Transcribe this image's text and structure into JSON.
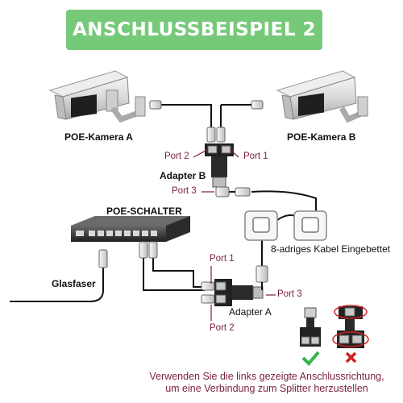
{
  "title": "ANSCHLUSSBEISPIEL 2",
  "camera_a": "POE-Kamera A",
  "camera_b": "POE-Kamera B",
  "port_2_top": "Port 2",
  "port_1_top": "Port 1",
  "adapter_b": "Adapter B",
  "port_3_top": "Port 3",
  "poe_switch": "POE-SCHALTER",
  "cable_label": "8-adriges Kabel Eingebettet",
  "glasfaser": "Glasfaser",
  "port_1_bottom": "Port 1",
  "port_3_bottom": "Port 3",
  "adapter_a": "Adapter A",
  "port_2_bottom": "Port 2",
  "note_line1": "Verwenden Sie die links gezeigte Anschlussrichtung,",
  "note_line2": "um eine Verbindung zum Splitter herzustellen",
  "colors": {
    "banner": "#77c97a",
    "port_text": "#7a1f3f",
    "check": "#36b24a",
    "cross": "#d42020"
  },
  "icons": [
    "camera-icon",
    "poe-switch-icon",
    "rj45-adapter-icon",
    "wall-socket-icon",
    "check-icon",
    "cross-icon"
  ]
}
